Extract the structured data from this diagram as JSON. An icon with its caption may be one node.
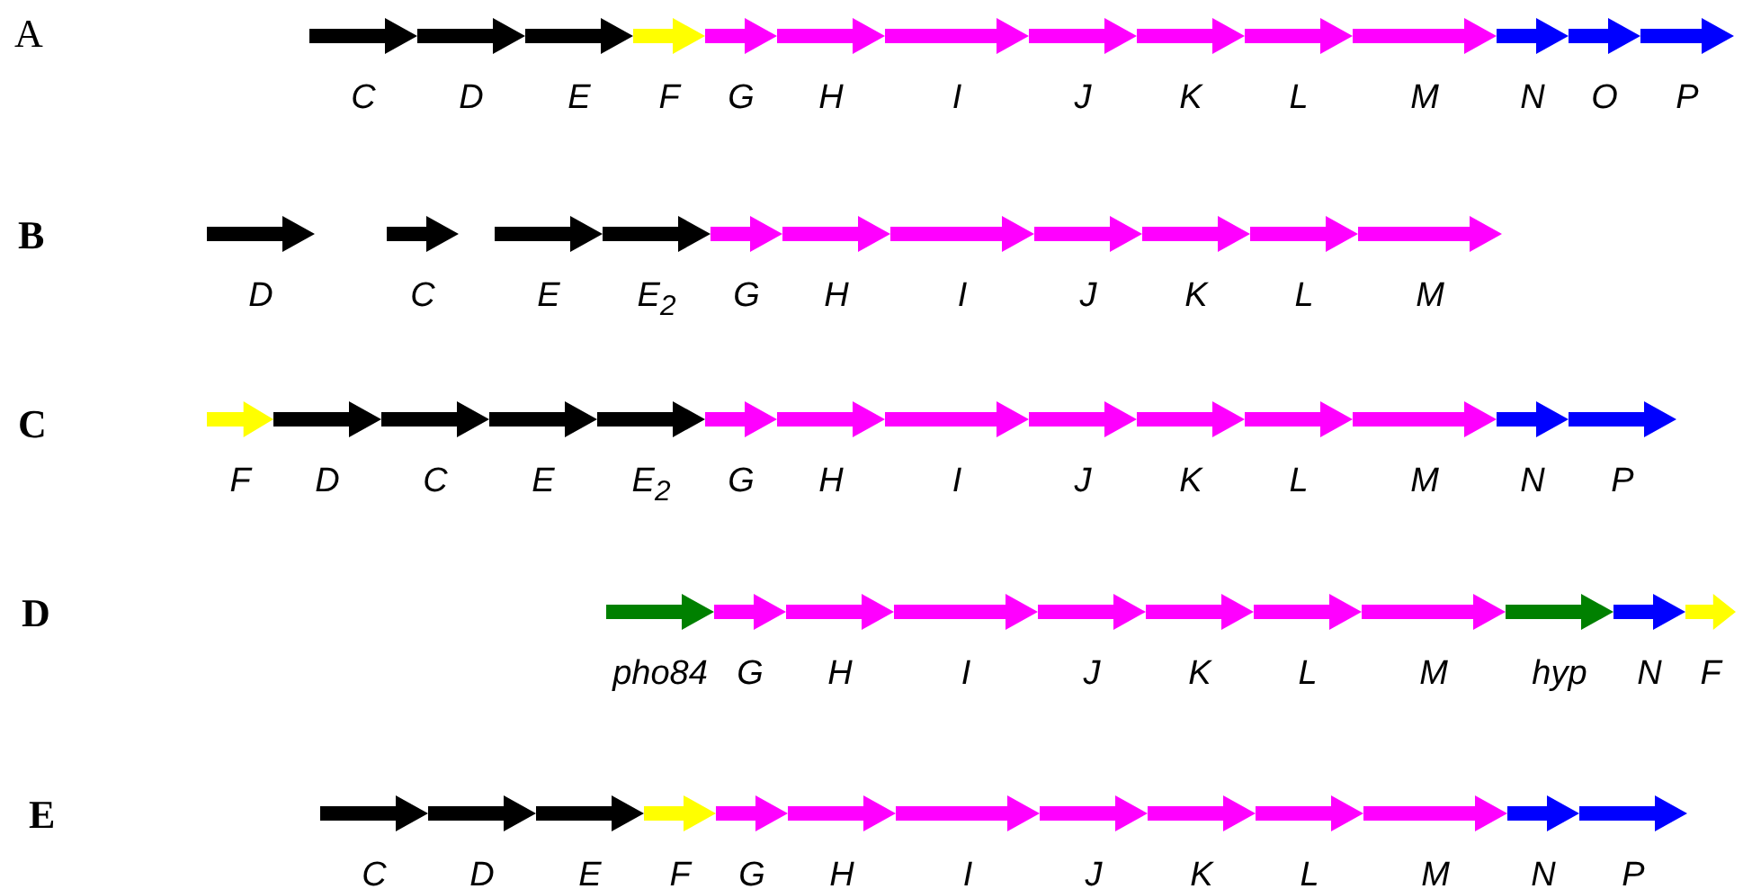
{
  "diagram": {
    "nodes": [
      {
        "text": [
          "C"
        ]
      },
      {
        "text": [
          "D"
        ]
      },
      {
        "text": [
          "E"
        ]
      },
      {
        "text": [
          "F"
        ]
      },
      {
        "text": [
          "G"
        ]
      },
      {
        "text": [
          "H"
        ]
      },
      {
        "text": [
          "I"
        ]
      },
      {
        "text": [
          "J"
        ]
      },
      {
        "text": [
          "K"
        ]
      },
      {
        "text": [
          "L"
        ]
      },
      {
        "text": [
          "M"
        ]
      },
      {
        "text": [
          "N"
        ]
      },
      {
        "text": [
          "O"
        ]
      },
      {
        "text": [
          "P"
        ]
      },
      {
        "text": [
          "D"
        ]
      },
      {
        "text": [
          "C"
        ]
      },
      {
        "text": [
          "E"
        ]
      },
      {
        "text": [
          "E$_{2}$"
        ]
      },
      {
        "text": [
          "G"
        ]
      },
      {
        "text": [
          "H"
        ]
      },
      {
        "text": [
          "I"
        ]
      },
      {
        "text": [
          "J"
        ]
      },
      {
        "text": [
          "K"
        ]
      },
      {
        "text": [
          "L"
        ]
      },
      {
        "text": [
          "M"
        ]
      },
      {
        "text": [
          "F"
        ]
      },
      {
        "text": [
          "D"
        ]
      },
      {
        "text": [
          "C"
        ]
      },
      {
        "text": [
          "E"
        ]
      },
      {
        "text": [
          "E$_{2}$"
        ]
      },
      {
        "text": [
          "G"
        ]
      },
      {
        "text": [
          "H"
        ]
      },
      {
        "text": [
          "I"
        ]
      },
      {
        "text": [
          "J"
        ]
      },
      {
        "text": [
          "K"
        ]
      },
      {
        "text": [
          "L"
        ]
      },
      {
        "text": [
          "M"
        ]
      },
      {
        "text": [
          "N"
        ]
      },
      {
        "text": [
          "P"
        ]
      },
      {
        "text": [
          "pho84"
        ]
      },
      {
        "text": [
          "G"
        ]
      },
      {
        "text": [
          "H"
        ]
      },
      {
        "text": [
          "I"
        ]
      },
      {
        "text": [
          "J"
        ]
      },
      {
        "text": [
          "K"
        ]
      },
      {
        "text": [
          "L"
        ]
      },
      {
        "text": [
          "M"
        ]
      },
      {
        "text": [
          "hyp"
        ]
      },
      {
        "text": [
          "N"
        ]
      },
      {
        "text": [
          "F"
        ]
      },
      {
        "text": [
          "C"
        ]
      },
      {
        "text": [
          "D"
        ]
      },
      {
        "text": [
          "E"
        ]
      },
      {
        "text": [
          "F"
        ]
      },
      {
        "text": [
          "G"
        ]
      },
      {
        "text": [
          "H"
        ]
      },
      {
        "text": [
          "I"
        ]
      },
      {
        "text": [
          "J"
        ]
      },
      {
        "text": [
          "K"
        ]
      },
      {
        "text": [
          "L"
        ]
      },
      {
        "text": [
          "M"
        ]
      },
      {
        "text": [
          "N"
        ]
      },
      {
        "text": [
          "P"
        ]
      }
    ],
    "labels": [
      "A",
      "B",
      "C",
      "D",
      "E"
    ]
  }
}
